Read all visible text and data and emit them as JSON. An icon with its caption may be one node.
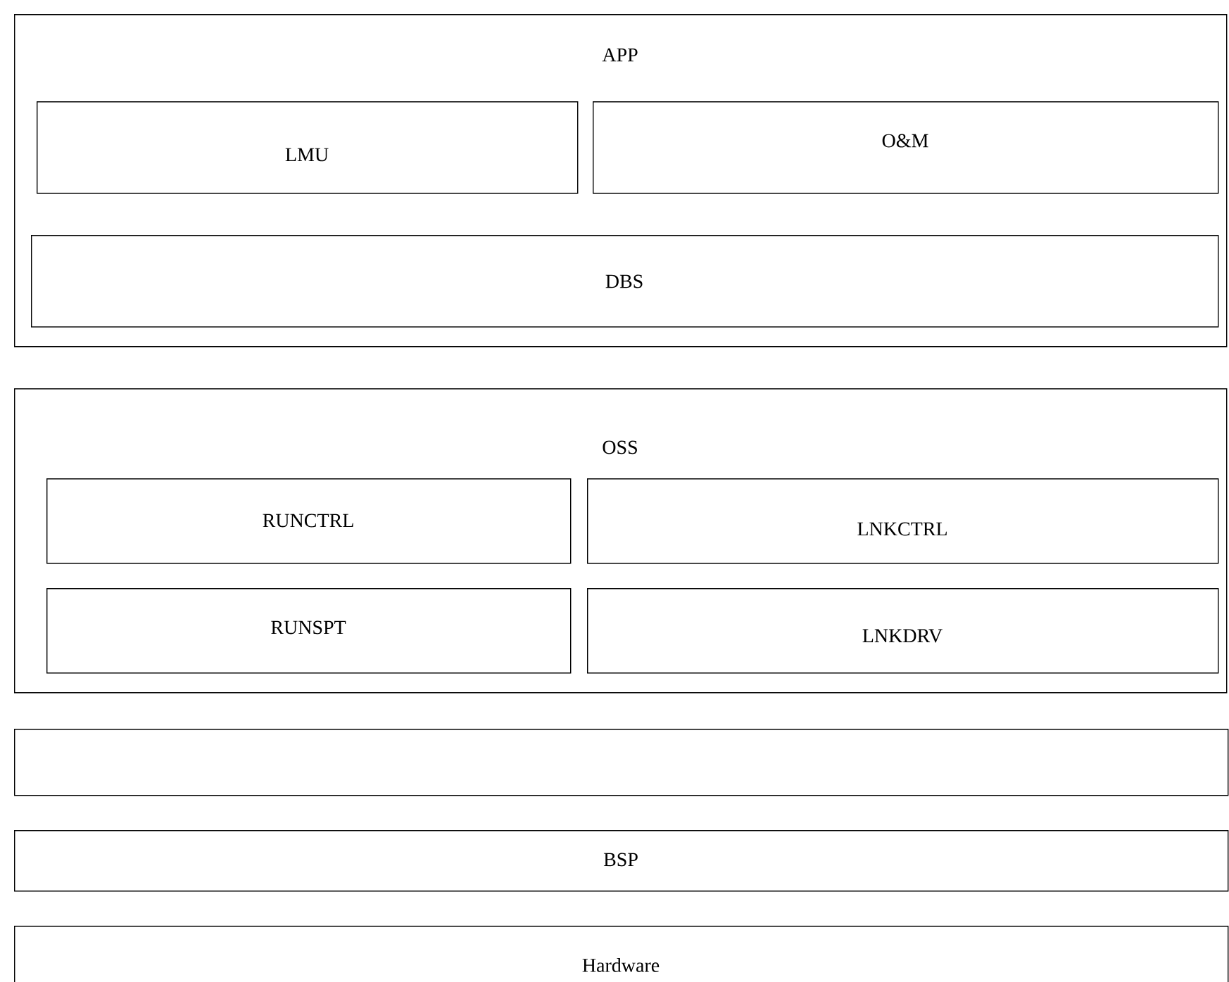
{
  "diagram": {
    "nodes": [
      {
        "text": [
          "APP"
        ]
      },
      {
        "text": [
          "LMU"
        ],
        "in": 0
      },
      {
        "text": [
          "O&M"
        ],
        "in": 0
      },
      {
        "text": [
          "DBS"
        ],
        "in": 0
      },
      {
        "text": [
          "OSS"
        ]
      },
      {
        "text": [
          "RUNCTRL"
        ],
        "in": 4
      },
      {
        "text": [
          "LNKCTRL"
        ],
        "in": 4
      },
      {
        "text": [
          "RUNSPT"
        ],
        "in": 4
      },
      {
        "text": [
          "LNKDRV"
        ],
        "in": 4
      },
      {
        "text": [],
        "shape": "box"
      },
      {
        "text": [
          "BSP"
        ]
      },
      {
        "text": [
          "Hardware"
        ]
      }
    ]
  }
}
